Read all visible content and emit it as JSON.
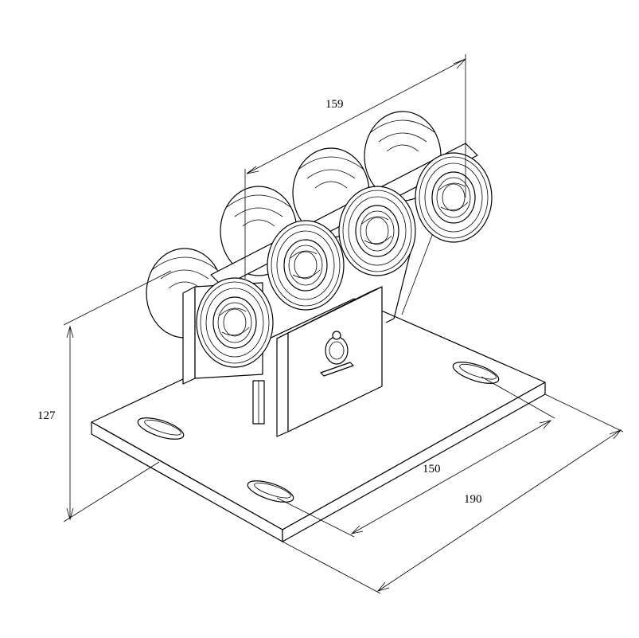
{
  "dimensions": {
    "overall_length": "159",
    "height": "127",
    "hole_spacing": "150",
    "plate_length": "190"
  }
}
